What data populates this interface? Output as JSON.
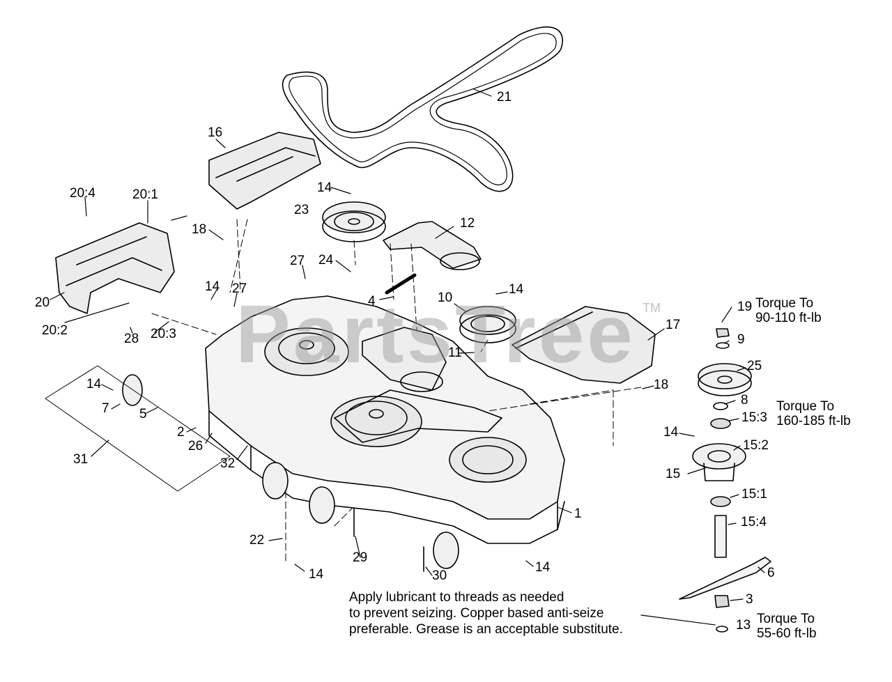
{
  "watermark": {
    "text": "PartsTree",
    "tm": "TM"
  },
  "callouts": [
    {
      "id": "21",
      "text": "21"
    },
    {
      "id": "16",
      "text": "16"
    },
    {
      "id": "14a",
      "text": "14"
    },
    {
      "id": "23",
      "text": "23"
    },
    {
      "id": "12",
      "text": "12"
    },
    {
      "id": "20-4",
      "text": "20:4"
    },
    {
      "id": "20-1",
      "text": "20:1"
    },
    {
      "id": "18a",
      "text": "18"
    },
    {
      "id": "27a",
      "text": "27"
    },
    {
      "id": "24",
      "text": "24"
    },
    {
      "id": "14b",
      "text": "14"
    },
    {
      "id": "27b",
      "text": "27"
    },
    {
      "id": "4",
      "text": "4"
    },
    {
      "id": "10",
      "text": "10"
    },
    {
      "id": "14c",
      "text": "14"
    },
    {
      "id": "19",
      "text": "19"
    },
    {
      "id": "20",
      "text": "20"
    },
    {
      "id": "17",
      "text": "17"
    },
    {
      "id": "20-2",
      "text": "20:2"
    },
    {
      "id": "28",
      "text": "28"
    },
    {
      "id": "20-3",
      "text": "20:3"
    },
    {
      "id": "9",
      "text": "9"
    },
    {
      "id": "11",
      "text": "11"
    },
    {
      "id": "25",
      "text": "25"
    },
    {
      "id": "14d",
      "text": "14"
    },
    {
      "id": "18b",
      "text": "18"
    },
    {
      "id": "7",
      "text": "7"
    },
    {
      "id": "8",
      "text": "8"
    },
    {
      "id": "5",
      "text": "5"
    },
    {
      "id": "15-3",
      "text": "15:3"
    },
    {
      "id": "14e",
      "text": "14"
    },
    {
      "id": "2",
      "text": "2"
    },
    {
      "id": "26",
      "text": "26"
    },
    {
      "id": "15-2",
      "text": "15:2"
    },
    {
      "id": "31",
      "text": "31"
    },
    {
      "id": "32",
      "text": "32"
    },
    {
      "id": "15",
      "text": "15"
    },
    {
      "id": "15-1",
      "text": "15:1"
    },
    {
      "id": "1",
      "text": "1"
    },
    {
      "id": "15-4",
      "text": "15:4"
    },
    {
      "id": "22",
      "text": "22"
    },
    {
      "id": "29",
      "text": "29"
    },
    {
      "id": "14f",
      "text": "14"
    },
    {
      "id": "14g",
      "text": "14"
    },
    {
      "id": "6",
      "text": "6"
    },
    {
      "id": "30",
      "text": "30"
    },
    {
      "id": "3",
      "text": "3"
    },
    {
      "id": "13",
      "text": "13"
    }
  ],
  "torque_notes": [
    {
      "line1": "Torque To",
      "line2": "90-110 ft-lb"
    },
    {
      "line1": "Torque To",
      "line2": "160-185 ft-lb"
    },
    {
      "line1": "Torque To",
      "line2": "55-60 ft-lb"
    }
  ],
  "lubricant_note": [
    "Apply lubricant to threads as needed",
    "to prevent seizing. Copper based anti-seize",
    "preferable. Grease is an acceptable substitute."
  ]
}
